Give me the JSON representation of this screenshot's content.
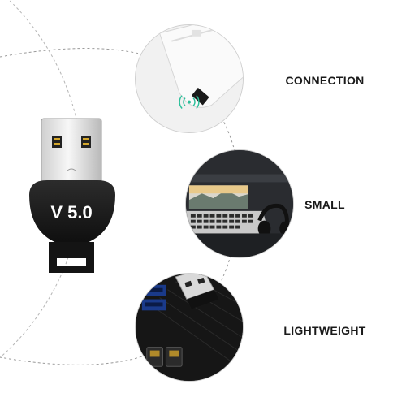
{
  "product": {
    "version_label": "V 5.0"
  },
  "features": [
    {
      "label": "CONNECTION",
      "image": "mouse-with-wireless-signal"
    },
    {
      "label": "SMALL",
      "image": "laptop-with-headphones"
    },
    {
      "label": "LIGHTWEIGHT",
      "image": "usb-ports-closeup"
    }
  ],
  "colors": {
    "background": "#ffffff",
    "dongle_body": "#1b1b1b",
    "text": "#1a1a1a",
    "dashed_arc": "#9a9a9a"
  },
  "icons": [
    "wifi-signal-icon",
    "usb-plug-icon"
  ]
}
